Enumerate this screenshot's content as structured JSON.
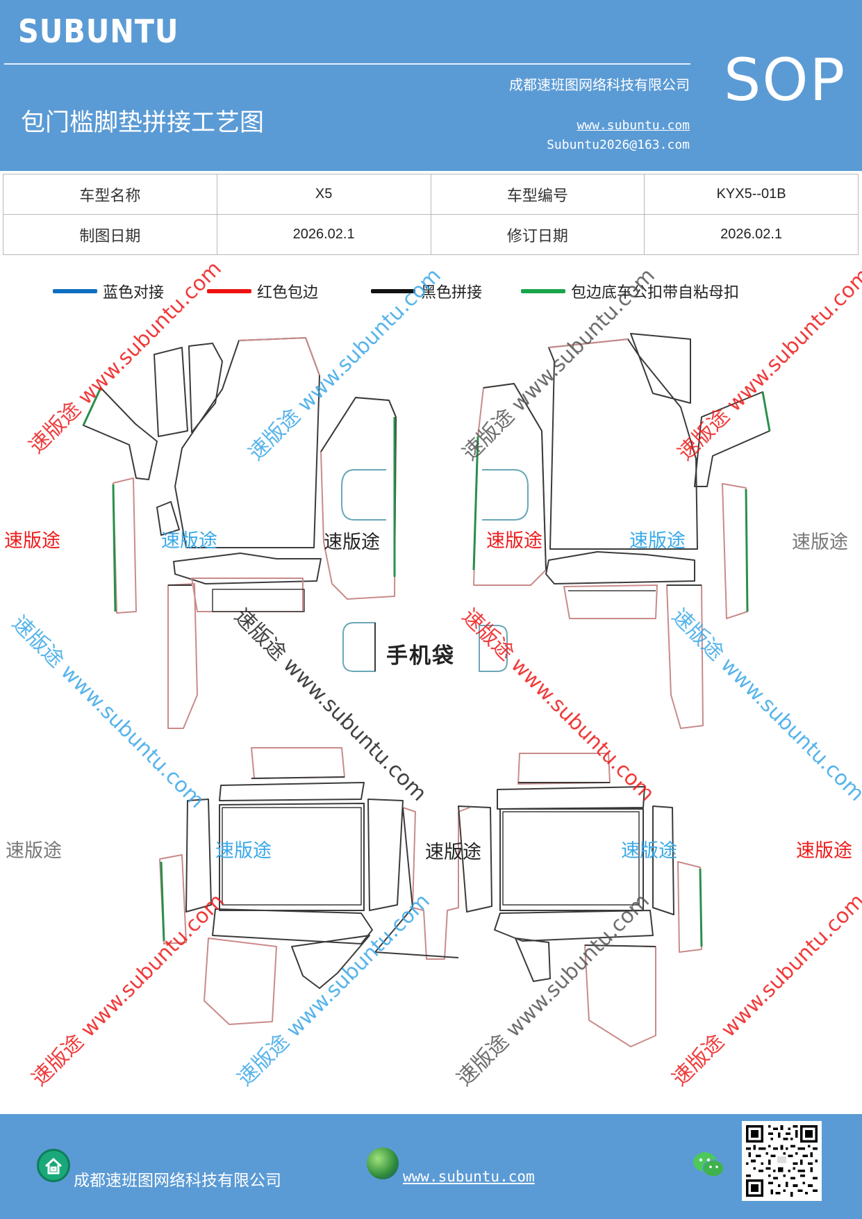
{
  "header": {
    "brand": "SUBUNTU",
    "company": "成都速班图网络科技有限公司",
    "title": "包门槛脚垫拼接工艺图",
    "website": "www.subuntu.com",
    "email": "Subuntu2026@163.com",
    "badge": "SOP"
  },
  "info": {
    "model_name_label": "车型名称",
    "model_name": "X5",
    "model_code_label": "车型编号",
    "model_code": "KYX5--01B",
    "draw_date_label": "制图日期",
    "draw_date": "2026.02.1",
    "revise_date_label": "修订日期",
    "revise_date": "2026.02.1"
  },
  "legend": [
    {
      "label": "蓝色对接",
      "color": "#0d6fbf"
    },
    {
      "label": "红色包边",
      "color": "#ee1111"
    },
    {
      "label": "黑色拼接",
      "color": "#111111"
    },
    {
      "label": "包边底车公扣带自粘母扣",
      "color": "#18a64a"
    }
  ],
  "drawing": {
    "phone_bag_label": "手机袋",
    "watermark_text": "速版途",
    "watermark_url": "速版途 www.subuntu.com",
    "colors": {
      "black": "#3a3a3a",
      "red": "#c98a8a",
      "blue": "#6aa7b8",
      "green": "#2a8f4a",
      "red_text": "#ee1a1a",
      "blue_text": "#3aa8e8",
      "gray_text": "#777777",
      "black_text": "#222222"
    }
  },
  "footer": {
    "company": "成都速班图网络科技有限公司",
    "website": "www.subuntu.com",
    "home_icon": "home-icon",
    "globe_icon": "globe-icon",
    "wechat_icon": "wechat-icon",
    "qr": "qr-code"
  }
}
